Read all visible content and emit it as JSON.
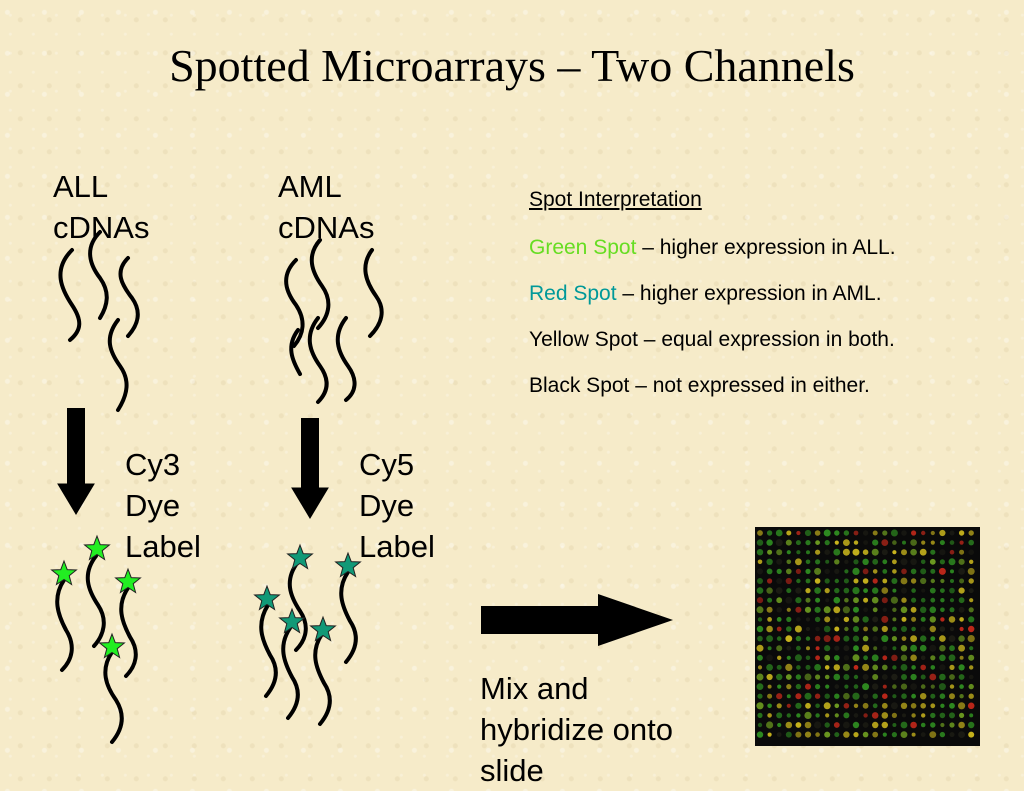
{
  "title": "Spotted Microarrays – Two Channels",
  "left_sample": {
    "line1": "ALL",
    "line2": "cDNAs"
  },
  "right_sample": {
    "line1": "AML",
    "line2": "cDNAs"
  },
  "left_dye": {
    "line1": "Cy3",
    "line2": "Dye",
    "line3": "Label",
    "star_color": "#22ee22"
  },
  "right_dye": {
    "line1": "Cy5",
    "line2": "Dye",
    "line3": "Label",
    "star_color": "#119977"
  },
  "interpretation": {
    "heading": "Spot Interpretation",
    "green": {
      "term": "Green Spot",
      "rest": " – higher expression in ALL.",
      "color": "#66dd22"
    },
    "red": {
      "term": "Red Spot",
      "rest": " – higher expression  in AML.",
      "color": "#009999"
    },
    "yellow": "Yellow Spot – equal expression in both.",
    "black": "Black Spot – not expressed in either."
  },
  "mix": {
    "line1": "Mix and",
    "line2": "hybridize onto",
    "line3": "slide"
  },
  "microarray": {
    "background": "#0a0a0a",
    "spot_colors": [
      "#2e8a20",
      "#c9b51d",
      "#c2281a",
      "#6c9a20",
      "#1c1c14"
    ]
  }
}
